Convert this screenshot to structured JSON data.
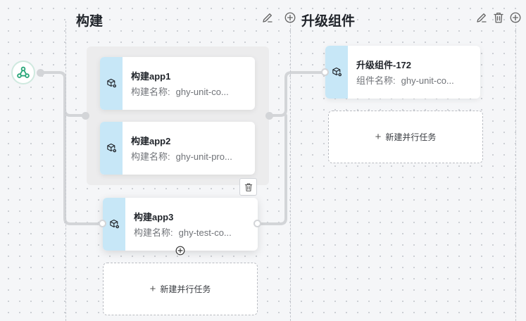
{
  "stages": [
    {
      "title": "构建"
    },
    {
      "title": "升级组件"
    }
  ],
  "cards": [
    {
      "title": "构建app1",
      "label": "构建名称:",
      "value": "ghy-unit-co..."
    },
    {
      "title": "构建app2",
      "label": "构建名称:",
      "value": "ghy-unit-pro..."
    },
    {
      "title": "构建app3",
      "label": "构建名称:",
      "value": "ghy-test-co..."
    },
    {
      "title": "升级组件-172",
      "label": "组件名称:",
      "value": "ghy-unit-co..."
    }
  ],
  "new_parallel_task_label": "新建并行任务",
  "icons": {
    "edit": "edit-icon",
    "add": "plus-circle-icon",
    "delete": "trash-icon",
    "card": "package-icon",
    "start": "webhook-icon"
  },
  "colors": {
    "card_strip": "#c7e7f7",
    "connector": "#d3d5d8",
    "start_node": "#2aa77a"
  }
}
